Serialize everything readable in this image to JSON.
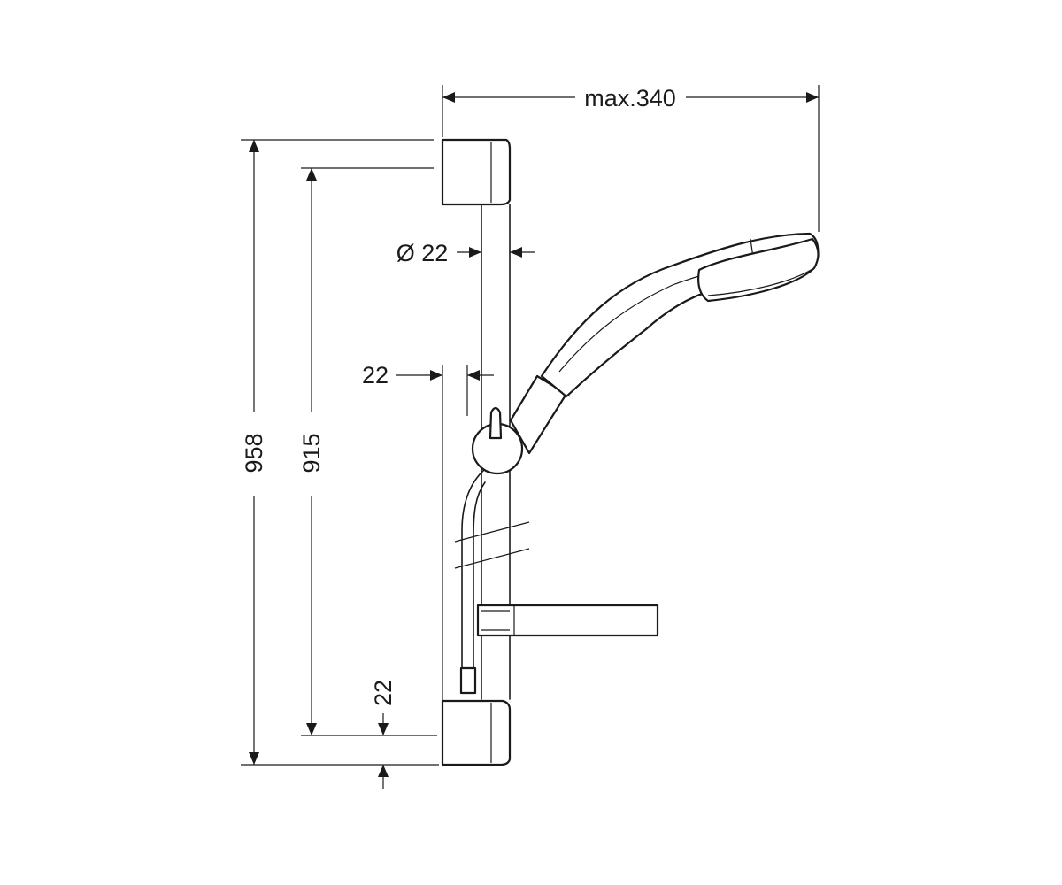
{
  "dimensions": {
    "max_projection": "max.340",
    "rail_diameter": "Ø 22",
    "rail_offset": "22",
    "overall_height": "958",
    "rail_length": "915",
    "bottom_offset": "22"
  },
  "colors": {
    "line": "#1a1a1a",
    "background": "#ffffff"
  }
}
